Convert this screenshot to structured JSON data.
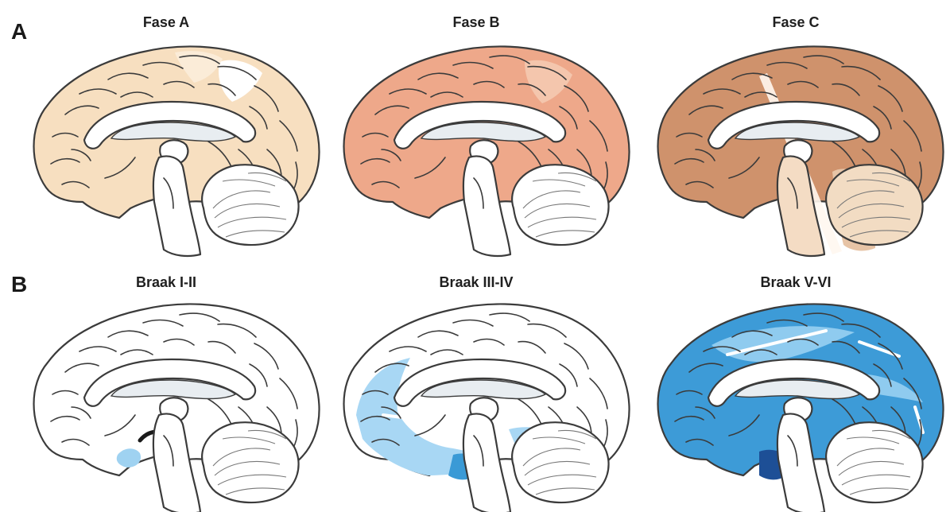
{
  "rows": {
    "A": {
      "letter": "A",
      "panels": [
        {
          "title": "Fase A",
          "fill": "#f7dfc0",
          "accent": "#fbecd8"
        },
        {
          "title": "Fase B",
          "fill": "#eea88a",
          "accent": "#f4c6ad"
        },
        {
          "title": "Fase C",
          "fill": "#cf926c",
          "accent": "#e7c4a6"
        }
      ]
    },
    "B": {
      "letter": "B",
      "panels": [
        {
          "title": "Braak I-II",
          "fill": "#ffffff",
          "light": "#9fd2f1",
          "mid": "#2e8fd0",
          "dark": "#1f5fa4"
        },
        {
          "title": "Braak III-IV",
          "fill": "#ffffff",
          "light": "#a8d7f4",
          "mid": "#3a9ad6",
          "dark": "#1f5fa4"
        },
        {
          "title": "Braak V-VI",
          "fill": "#3d9bd7",
          "light": "#8fcbef",
          "mid": "#2f86c8",
          "dark": "#1d4f96"
        }
      ]
    }
  }
}
